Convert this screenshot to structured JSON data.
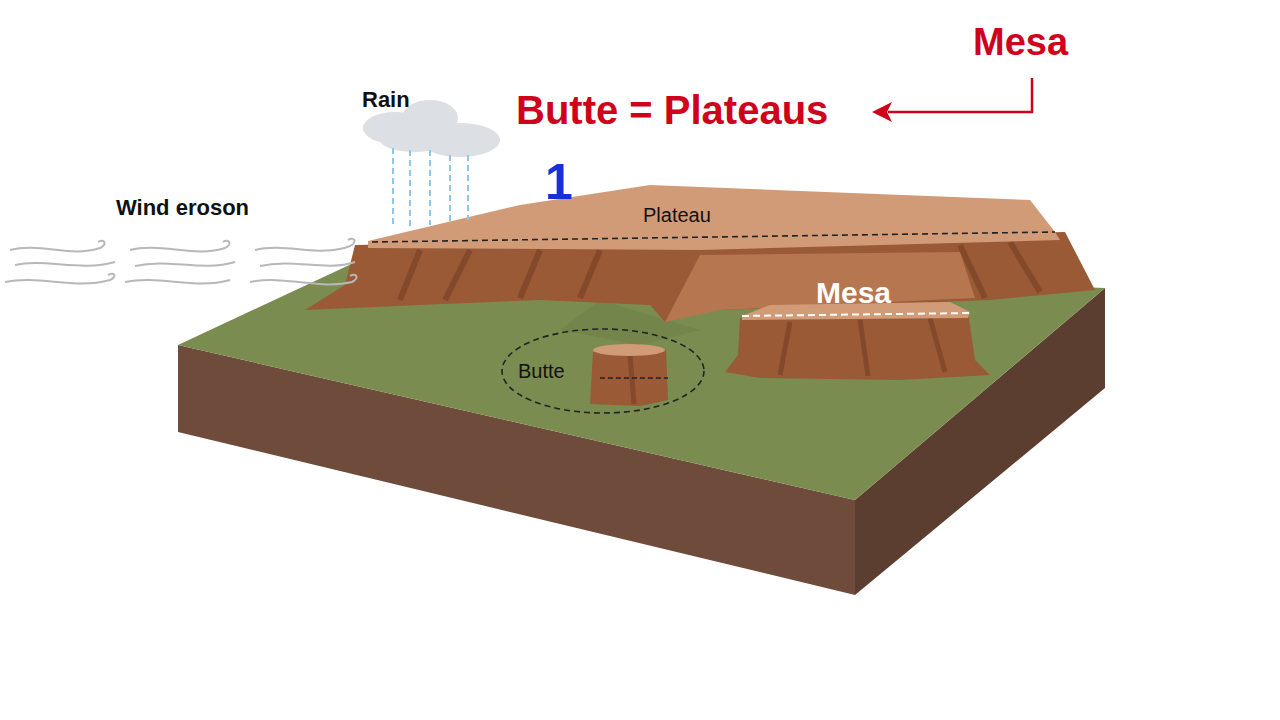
{
  "diagram": {
    "nodes": [
      {
        "text": [
          "Butte"
        ]
      }
    ],
    "labels": [
      "Mesa",
      "Butte = Plateaus",
      "Rain",
      "1",
      "Wind eroson",
      "Plateau",
      "Mesa"
    ]
  }
}
